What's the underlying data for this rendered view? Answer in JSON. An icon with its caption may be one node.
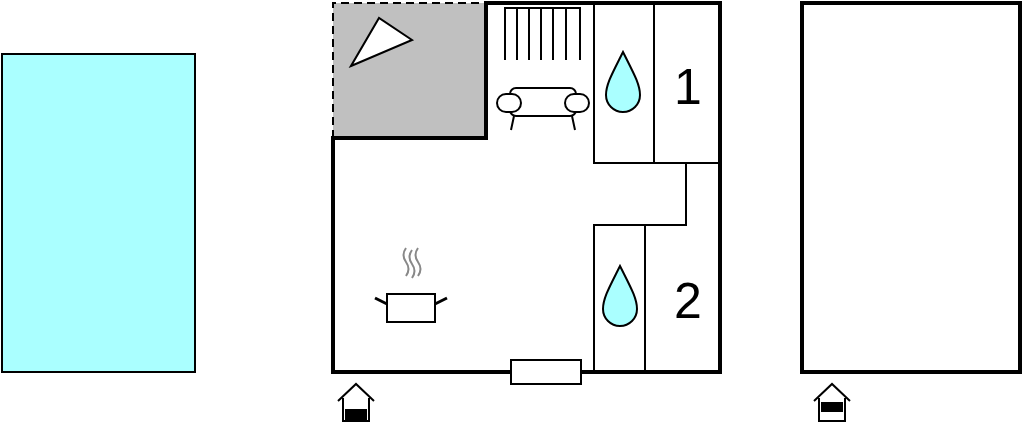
{
  "diagram": {
    "nodes": [
      {
        "text": [],
        "shape": "box"
      },
      {
        "text": [],
        "shape": "box"
      }
    ],
    "labels": [
      "1",
      "2"
    ]
  }
}
